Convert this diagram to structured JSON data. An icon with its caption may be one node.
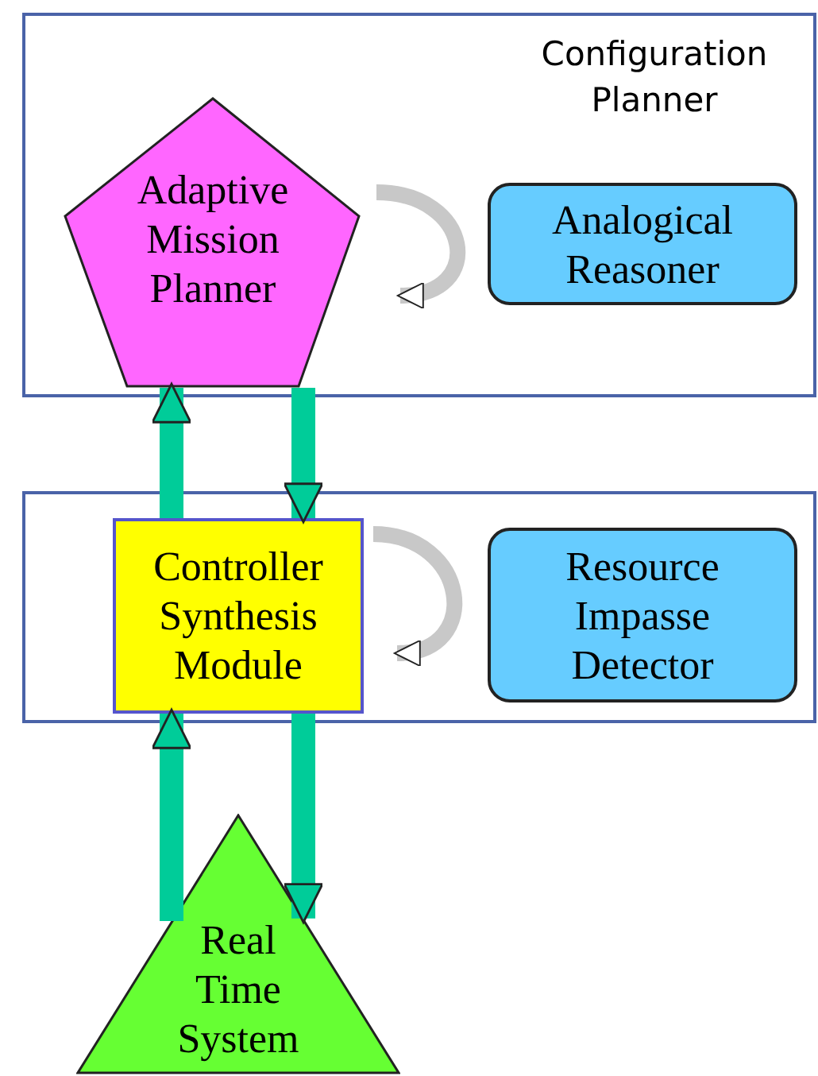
{
  "diagram": {
    "nodes": [
      {
        "text": [
          "Configuration Planner"
        ]
      },
      {
        "text": [
          "Adaptive Mission Planner"
        ],
        "in": 0
      },
      {
        "text": [
          "Analogical Reasoner"
        ],
        "in": 0
      },
      {
        "text": [],
        "shape": "box"
      },
      {
        "text": [
          "Controller Synthesis Module"
        ],
        "in": 3
      },
      {
        "text": [
          "Resource Impasse Detector"
        ],
        "in": 3
      },
      {
        "text": [
          "Real Time System"
        ]
      }
    ],
    "edges": [
      {
        "from": 1,
        "to": 1,
        "arrow": "to",
        "color": "#c8c8c8"
      },
      {
        "from": 4,
        "to": 1,
        "arrow": "to"
      },
      {
        "from": 1,
        "to": 4,
        "arrow": "to"
      },
      {
        "from": 4,
        "to": 4,
        "arrow": "to",
        "color": "#c8c8c8"
      },
      {
        "from": 6,
        "to": 4,
        "arrow": "to"
      },
      {
        "from": 4,
        "to": 6,
        "arrow": "to"
      }
    ]
  }
}
